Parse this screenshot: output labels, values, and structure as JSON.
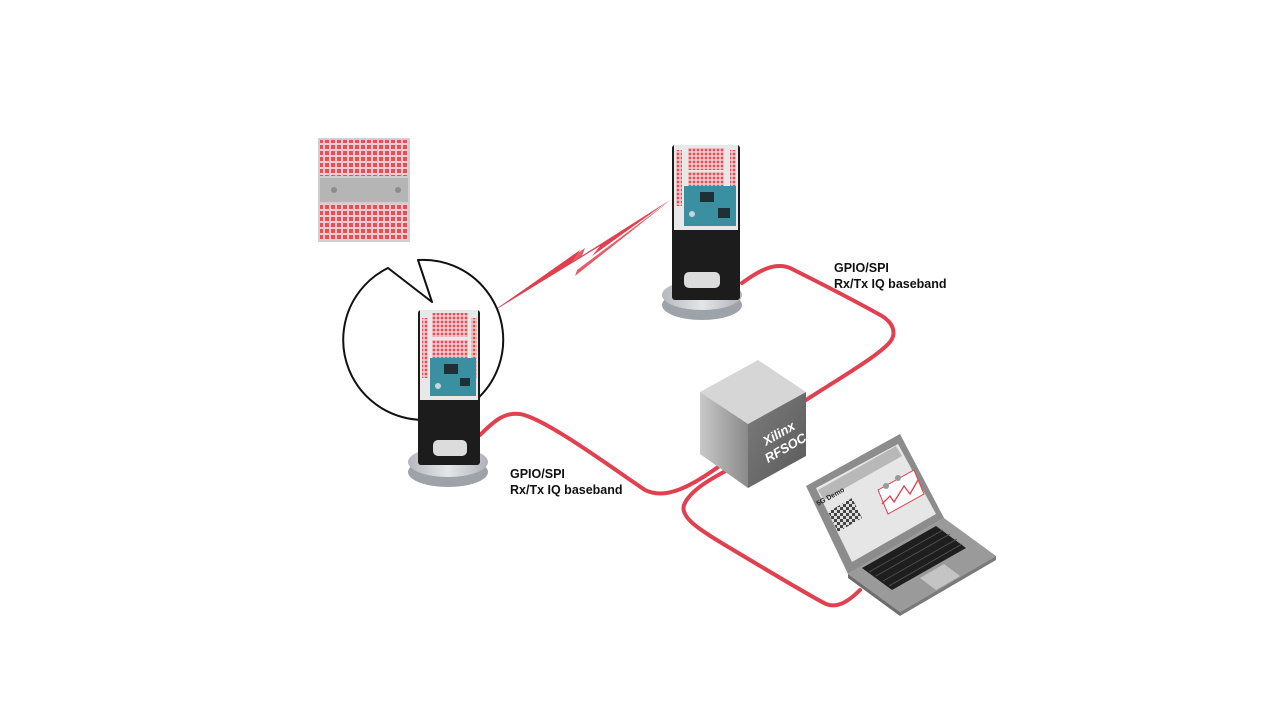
{
  "labels": {
    "link_right": {
      "line1": "GPIO/SPI",
      "line2": "Rx/Tx IQ baseband"
    },
    "link_left": {
      "line1": "GPIO/SPI",
      "line2": "Rx/Tx IQ baseband"
    }
  },
  "cube": {
    "line1": "Xilinx",
    "line2": "RFSOC"
  },
  "laptop": {
    "screen_title": "5G Demo"
  },
  "colors": {
    "cable": "#e0404f",
    "board": "#3a8fa0",
    "antenna": "#e8505a",
    "stand": "#1c1c1c",
    "base": "#c9ccd0",
    "cube": "#a8a8a8",
    "laptop": "#8c8c8c"
  }
}
